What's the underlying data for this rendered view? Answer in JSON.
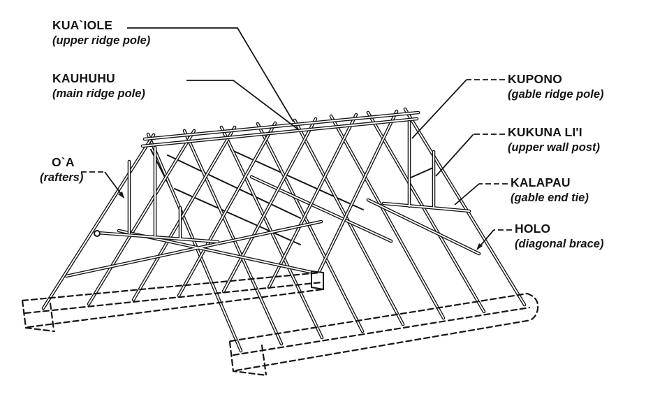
{
  "labels": {
    "kuaiole": {
      "term": "KUA`IOLE",
      "description": "(upper ridge pole)"
    },
    "kauhuhu": {
      "term": "KAUHUHU",
      "description": "(main ridge pole)"
    },
    "oa": {
      "term": "O`A",
      "description": "(rafters)"
    },
    "kupono": {
      "term": "KUPONO",
      "description": "(gable ridge pole)"
    },
    "kukuna_lii": {
      "term": "KUKUNA LI'I",
      "description": "(upper wall post)"
    },
    "kalapau": {
      "term": "KALAPAU",
      "description": "(gable end tie)"
    },
    "holo": {
      "term": "HOLO",
      "description": "(diagonal brace)"
    }
  },
  "colors": {
    "ink": "#161616",
    "background": "#ffffff"
  }
}
